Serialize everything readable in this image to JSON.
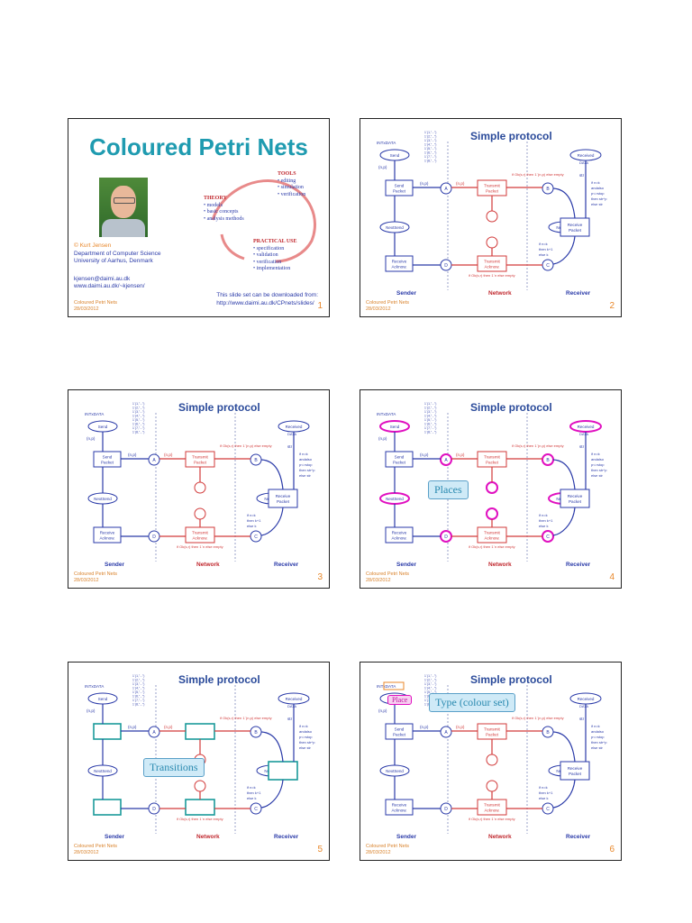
{
  "slide1": {
    "title": "Coloured Petri Nets",
    "tools_heading": "TOOLS",
    "tools": [
      "• editing",
      "• simulation",
      "• verification"
    ],
    "theory_heading": "THEORY",
    "theory": [
      "• models",
      "• basic concepts",
      "• analysis methods"
    ],
    "practical_heading": "PRACTICAL USE",
    "practical": [
      "• specification",
      "• validation",
      "• verification",
      "• implementation"
    ],
    "author": "© Kurt Jensen",
    "dept": "Department of Computer Science",
    "univ": "University of Aarhus, Denmark",
    "email": "kjensen@daimi.au.dk",
    "web": "www.daimi.au.dk/~kjensen/",
    "download": "This slide set can be downloaded from:",
    "download_url": "http://www.daimi.au.dk/CPnets/slides/"
  },
  "footer": {
    "title": "Coloured Petri Nets",
    "date": "28/03/2012"
  },
  "simple": {
    "title": "Simple protocol",
    "sender": "Sender",
    "network": "Network",
    "receiver": "Receiver",
    "send": "Send",
    "send_packet": "Send Packet",
    "transmit_packet": "Transmit Packet",
    "receive_packet": "Receive Packet",
    "receive_ack": "Receive Acknow.",
    "transmit_ack": "Transmit Acknow.",
    "nextsend": "NextSend",
    "nextrec": "NextRec",
    "received": "Received",
    "np": "(n,p)",
    "cond1": "if Ok(s,r) then 1`(n,p) else empty",
    "cond2": "if Ok(s,r) then 1`n else empty",
    "cond3": "if n=k andalso p<>stop then str^p else str",
    "cond4": "if n=k then k+1 else k",
    "ints": "INTxDATA",
    "data": "DATA",
    "str": "str"
  },
  "slide4": {
    "places": "Places"
  },
  "slide5": {
    "transitions": "Transitions"
  },
  "slide6": {
    "place": "Place",
    "type": "Type (colour set)"
  },
  "numbers": [
    "1",
    "2",
    "3",
    "4",
    "5",
    "6"
  ]
}
